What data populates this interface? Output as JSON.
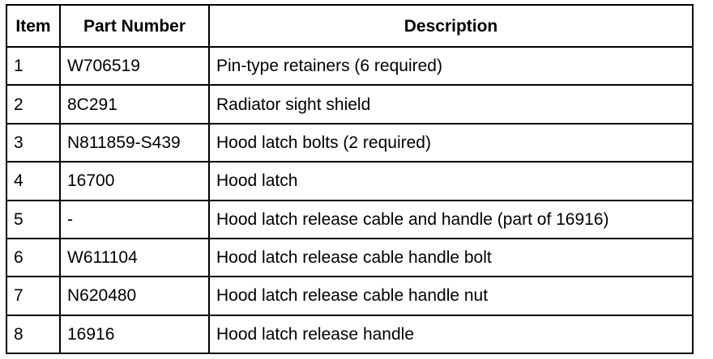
{
  "table": {
    "headers": {
      "item": "Item",
      "part_number": "Part Number",
      "description": "Description"
    },
    "rows": [
      {
        "item": "1",
        "part_number": "W706519",
        "description": "Pin-type retainers (6 required)"
      },
      {
        "item": "2",
        "part_number": "8C291",
        "description": "Radiator sight shield"
      },
      {
        "item": "3",
        "part_number": "N811859-S439",
        "description": "Hood latch bolts (2 required)"
      },
      {
        "item": "4",
        "part_number": "16700",
        "description": "Hood latch"
      },
      {
        "item": "5",
        "part_number": "-",
        "description": "Hood latch release cable and handle (part of 16916)"
      },
      {
        "item": "6",
        "part_number": "W611104",
        "description": "Hood latch release cable handle bolt"
      },
      {
        "item": "7",
        "part_number": "N620480",
        "description": "Hood latch release cable handle nut"
      },
      {
        "item": "8",
        "part_number": "16916",
        "description": "Hood latch release handle"
      }
    ]
  }
}
